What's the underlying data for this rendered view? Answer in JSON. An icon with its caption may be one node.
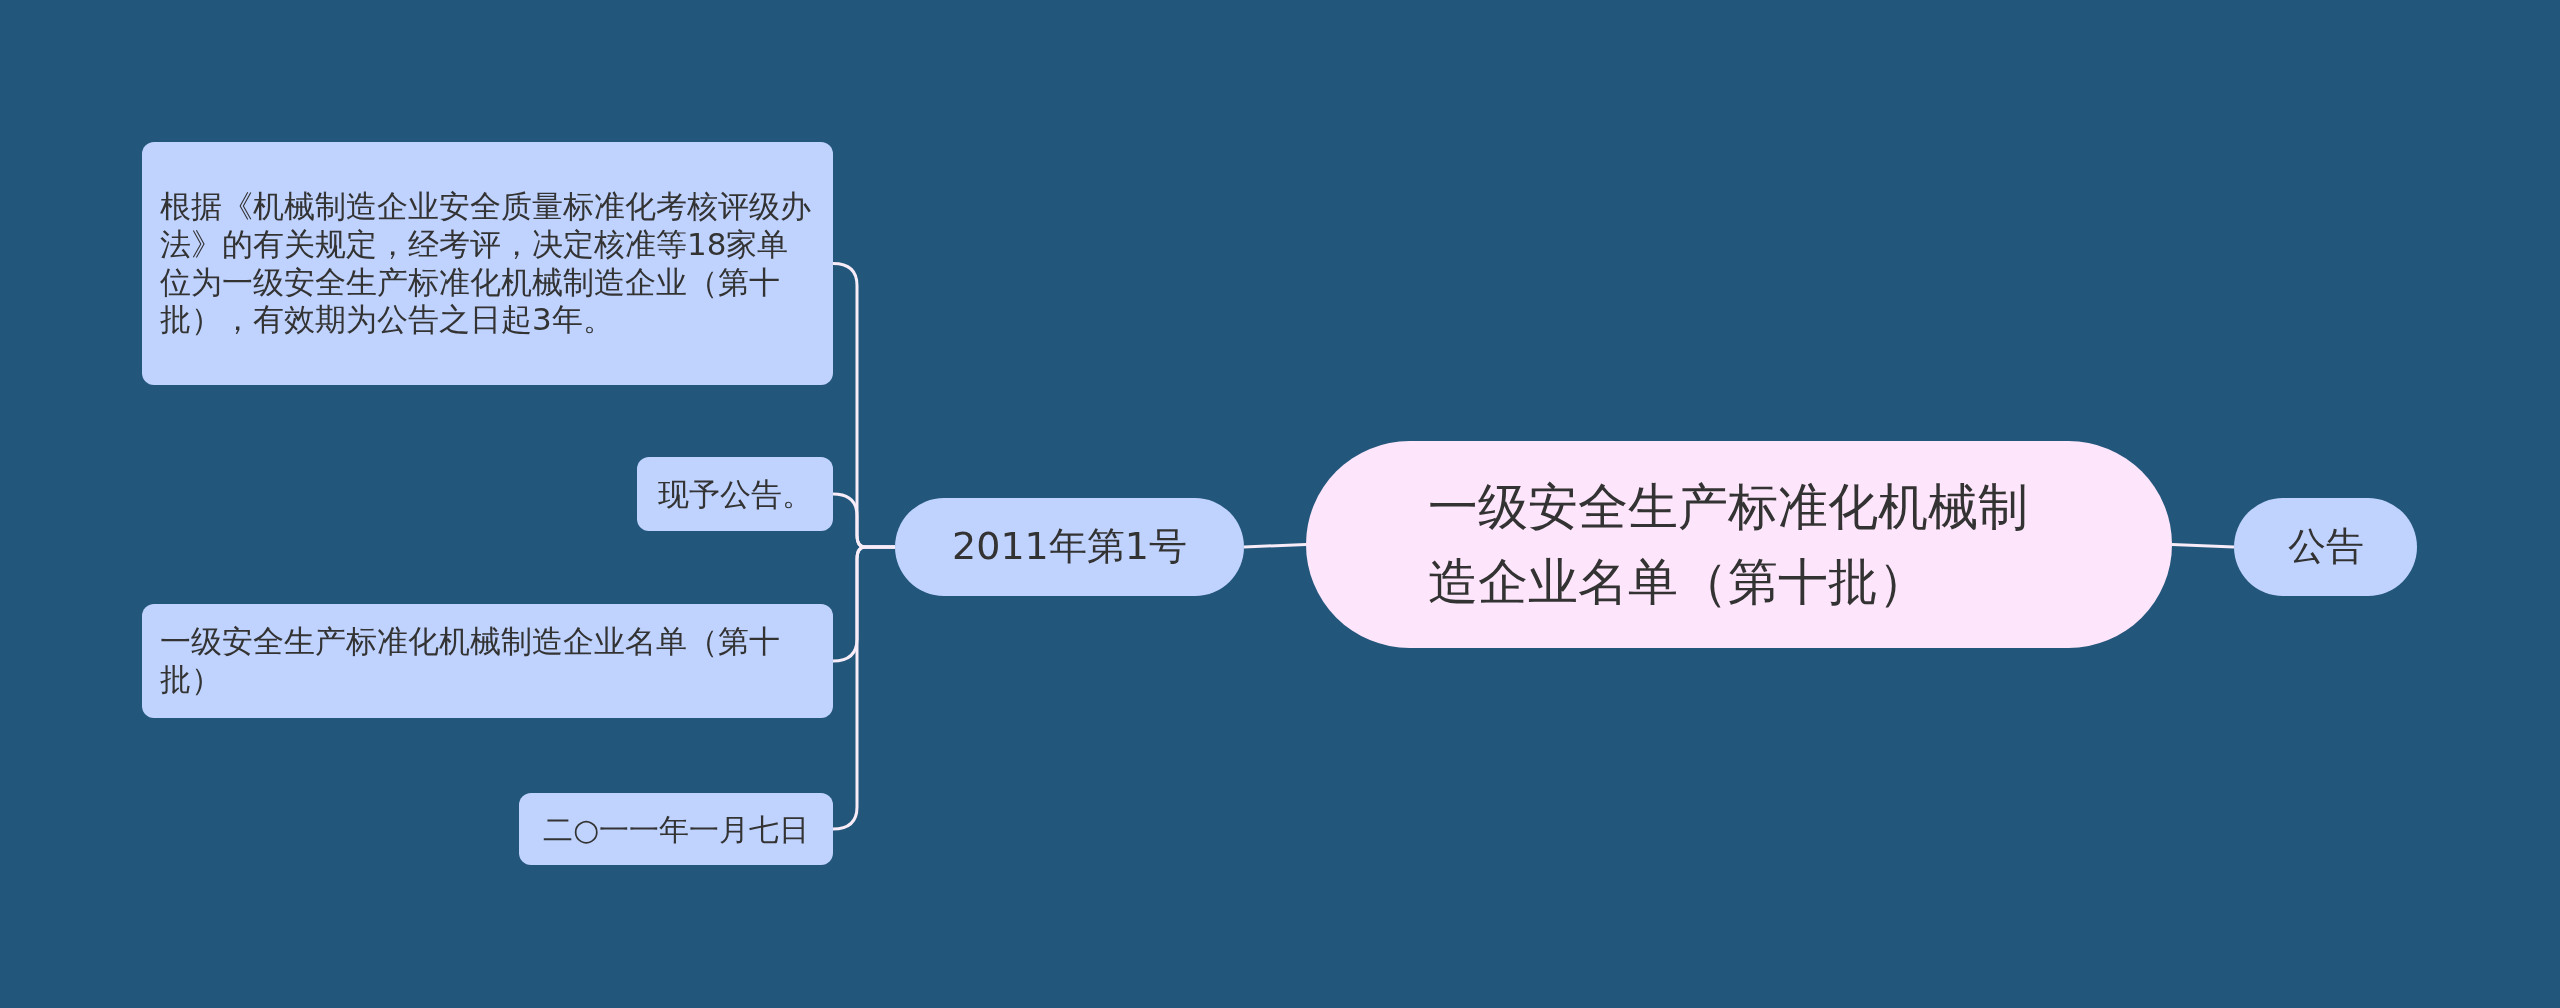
{
  "diagram": {
    "nodes": [
      {
        "text": [
          "一级安全生产标准化机械制造企业名单（第十批）"
        ]
      },
      {
        "text": [
          "公告"
        ]
      },
      {
        "text": [
          "2011年第1号"
        ]
      },
      {
        "text": [
          "根据《机械制造企业安全质量标准化考核评级办法》的有关规定，经考评，决定核准等18家单位为一级安全生产标准化机械制造企业（第十批），有效期为公告之日起3年。"
        ]
      },
      {
        "text": [
          "现予公告。"
        ]
      },
      {
        "text": [
          "一级安全生产标准化机械制造企业名单（第十批）"
        ]
      },
      {
        "text": [
          "二○一一年一月七日"
        ]
      }
    ],
    "edges": [
      {
        "from": 0,
        "to": 1,
        "arrow": "none"
      },
      {
        "from": 0,
        "to": 2,
        "arrow": "none"
      },
      {
        "from": 2,
        "to": 3,
        "arrow": "none"
      },
      {
        "from": 2,
        "to": 4,
        "arrow": "none"
      },
      {
        "from": 2,
        "to": 5,
        "arrow": "none"
      },
      {
        "from": 2,
        "to": 6,
        "arrow": "none"
      }
    ]
  }
}
